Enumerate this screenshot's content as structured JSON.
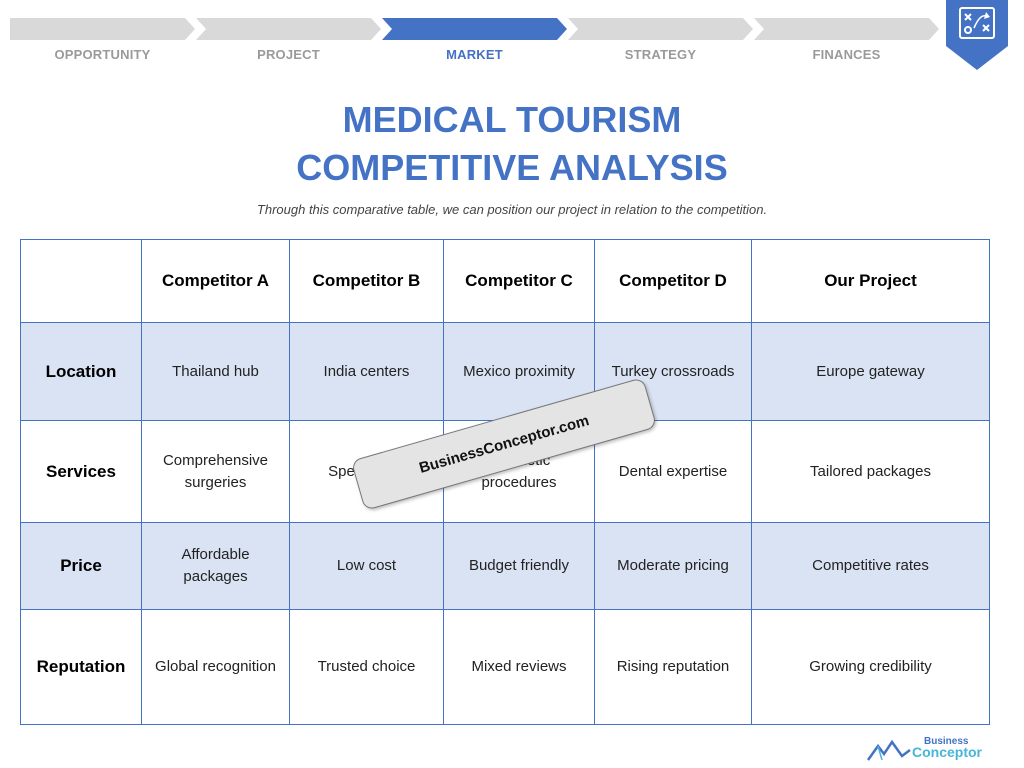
{
  "nav": {
    "steps": [
      {
        "label": "OPPORTUNITY"
      },
      {
        "label": "PROJECT"
      },
      {
        "label": "MARKET"
      },
      {
        "label": "STRATEGY"
      },
      {
        "label": "FINANCES"
      }
    ],
    "active_index": 2,
    "colors": {
      "inactive": "#d9d9d9",
      "active": "#4472c4",
      "inactive_text": "#9a9a9a"
    }
  },
  "badge": {
    "icon": "strategy-board-icon",
    "color": "#4472c4"
  },
  "title": {
    "line1": "MEDICAL TOURISM",
    "line2": "COMPETITIVE ANALYSIS"
  },
  "subtitle": "Through this comparative table, we can position our project in relation to the competition.",
  "table": {
    "columns": [
      "",
      "Competitor A",
      "Competitor B",
      "Competitor C",
      "Competitor D",
      "Our Project"
    ],
    "rows": [
      {
        "label": "Location",
        "cells": [
          "Thailand hub",
          "India centers",
          "Mexico proximity",
          "Turkey crossroads",
          "Europe gateway"
        ]
      },
      {
        "label": "Services",
        "cells": [
          "Comprehensive surgeries",
          "Specialized",
          "Cosmetic procedures",
          "Dental expertise",
          "Tailored packages"
        ]
      },
      {
        "label": "Price",
        "cells": [
          "Affordable packages",
          "Low cost",
          "Budget friendly",
          "Moderate pricing",
          "Competitive rates"
        ]
      },
      {
        "label": "Reputation",
        "cells": [
          "Global recognition",
          "Trusted choice",
          "Mixed reviews",
          "Rising reputation",
          "Growing credibility"
        ]
      }
    ],
    "colors": {
      "border": "#4472c4",
      "shade": "#dae3f3"
    }
  },
  "watermark": "BusinessConceptor.com",
  "logo": {
    "line1": "Business",
    "line2": "Conceptor"
  }
}
